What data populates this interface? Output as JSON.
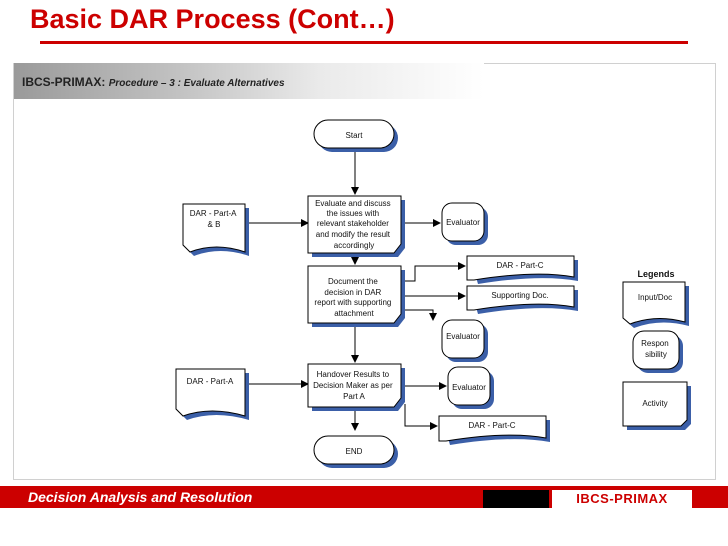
{
  "title": "Basic DAR Process (Cont…)",
  "band": {
    "brand": "IBCS-PRIMAX:",
    "procedure": "Procedure – 3 : Evaluate Alternatives"
  },
  "footer": {
    "text": "Decision Analysis and Resolution",
    "logo": "IBCS-PRIMAX"
  },
  "nodes": {
    "start": "Start",
    "evaluate": [
      "Evaluate and discuss",
      "the issues with",
      "relevant stakeholder",
      "and modify the result",
      "accordingly"
    ],
    "document": [
      "Document the",
      "decision in DAR",
      "report with supporting",
      "attachment"
    ],
    "handover": [
      "Handover Results  to",
      "Decision Maker as per",
      "Part A"
    ],
    "end": "END",
    "dar_ab": [
      "DAR - Part-A",
      "& B"
    ],
    "dar_a": "DAR - Part-A",
    "dar_c_top": "DAR - Part-C",
    "supporting": "Supporting Doc.",
    "dar_c_bottom": "DAR - Part-C",
    "evaluator": "Evaluator"
  },
  "legend": {
    "title": "Legends",
    "input_doc": "Input/Doc",
    "responsibility": [
      "Respon",
      "sibility"
    ],
    "activity": "Activity"
  },
  "colors": {
    "accent": "#cc0000",
    "shape_fill": "#ffffff",
    "shape_shadow": "#3b5fa8",
    "line": "#000000"
  }
}
